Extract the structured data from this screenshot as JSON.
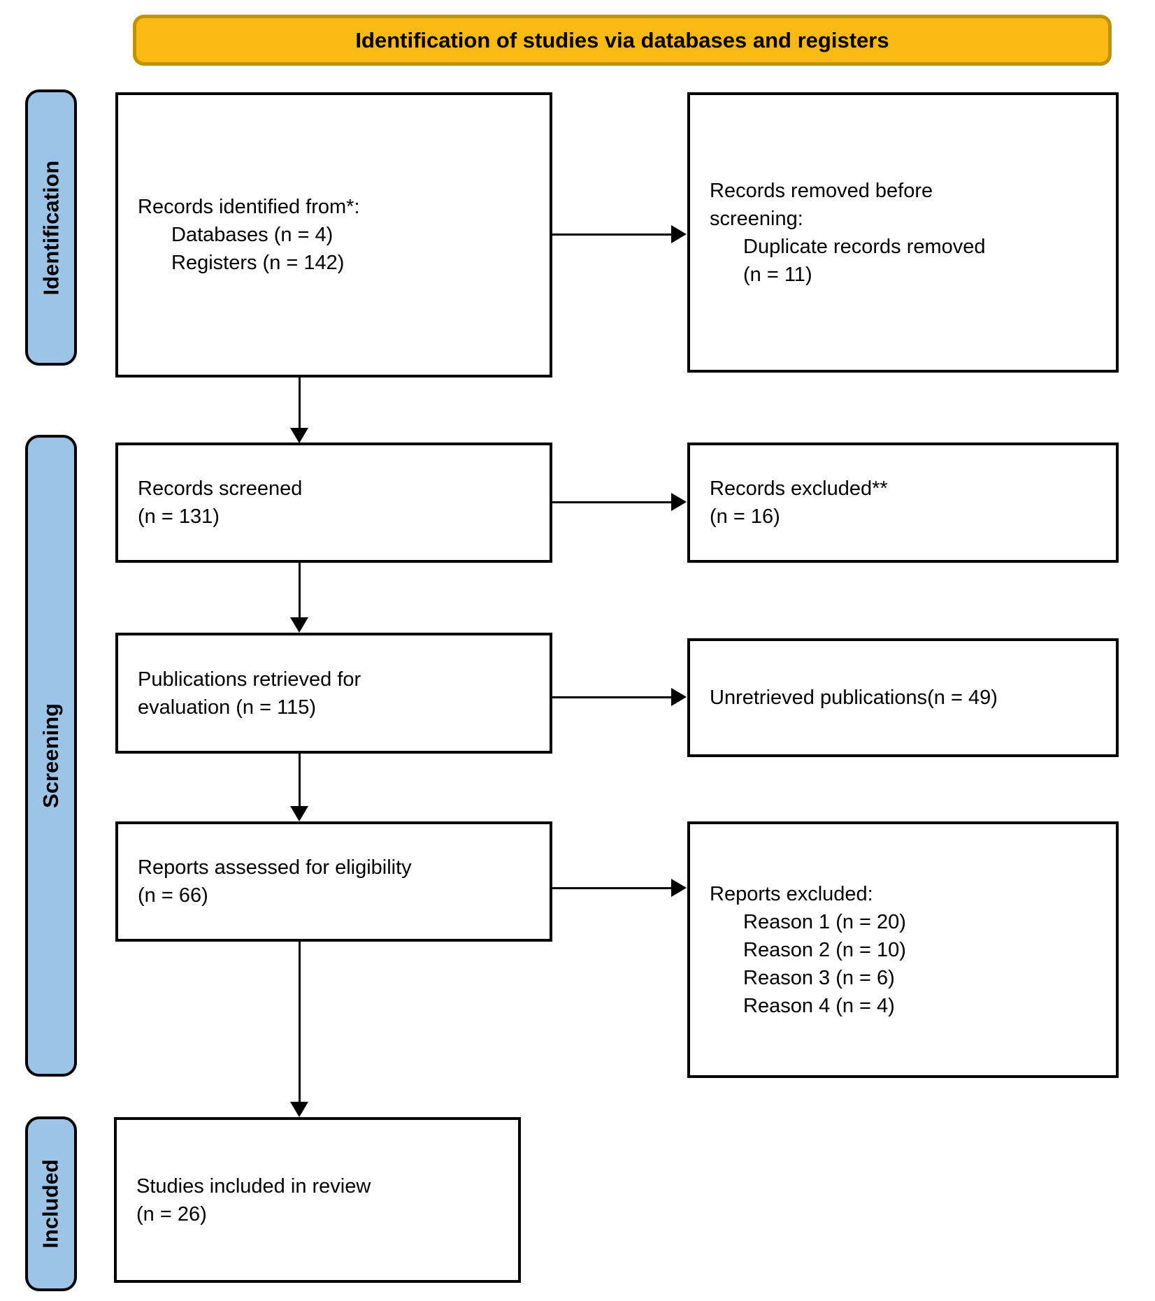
{
  "banner": {
    "title": "Identification of studies via databases and registers"
  },
  "sidebar": {
    "identification": "Identification",
    "screening": "Screening",
    "included": "Included"
  },
  "boxes": {
    "records_identified": {
      "line1": "Records identified from*:",
      "line2": "Databases (n = 4)",
      "line3": "Registers (n = 142)"
    },
    "records_removed": {
      "line1": "Records removed before",
      "line2": "screening:",
      "line3": "Duplicate records removed",
      "line4": "(n = 11)"
    },
    "records_screened": {
      "line1": "Records screened",
      "line2": "(n = 131)"
    },
    "records_excluded": {
      "line1": "Records excluded**",
      "line2": "(n = 16)"
    },
    "publications_retrieved": {
      "line1": "Publications retrieved for",
      "line2": "evaluation (n = 115)"
    },
    "unretrieved_publications": {
      "line1": "Unretrieved publications(n = 49)"
    },
    "reports_assessed": {
      "line1": "Reports assessed for eligibility",
      "line2": "(n = 66)"
    },
    "reports_excluded": {
      "line1": "Reports excluded:",
      "line2": "Reason 1 (n = 20)",
      "line3": "Reason 2 (n = 10)",
      "line4": "Reason 3 (n = 6)",
      "line5": "Reason 4 (n = 4)"
    },
    "studies_included": {
      "line1": "Studies included in review",
      "line2": "(n = 26)"
    }
  },
  "colors": {
    "banner_fill": "#FBB913",
    "banner_border": "#BE9201",
    "stage_fill": "#9DC3E6",
    "stage_border": "#000000",
    "box_border": "#000000",
    "arrow": "#000000"
  }
}
